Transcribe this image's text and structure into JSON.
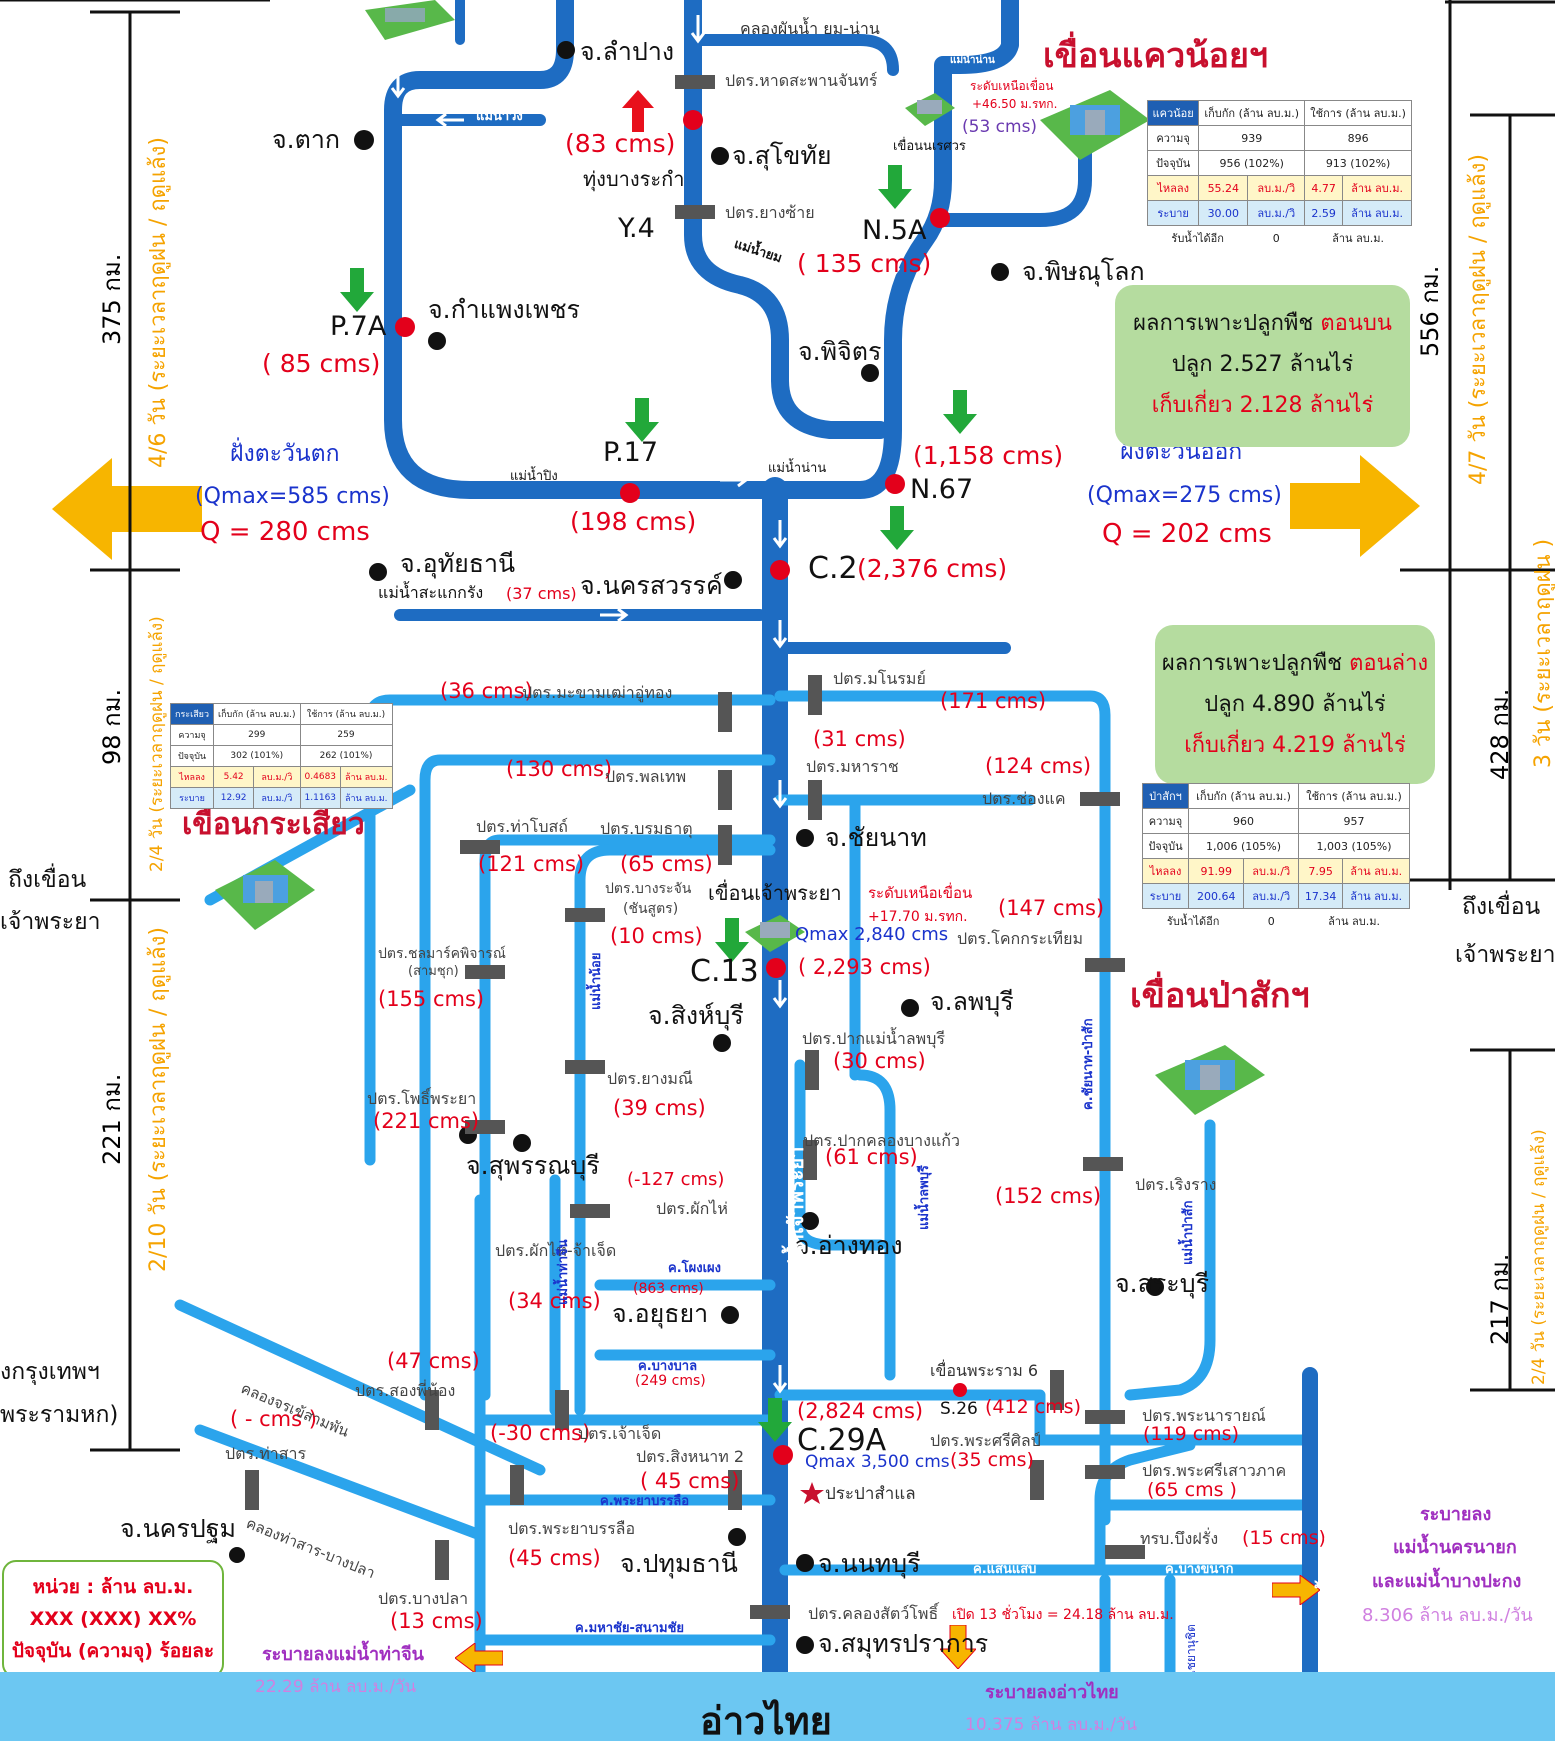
{
  "title": {
    "kwae_noi_dam": "เขื่อนแควน้อยฯ",
    "krasiao_dam": "เขื่อนกระเสียว",
    "pasak_dam": "เขื่อนป่าสักฯ",
    "chao_phraya_dam": "เขื่อนเจ้าพระยา",
    "gulf": "อ่าวไทย"
  },
  "provinces": {
    "lampang": "จ.ลำปาง",
    "tak": "จ.ตาก",
    "sukhothai": "จ.สุโขทัย",
    "phitsanulok": "จ.พิษณุโลก",
    "kamphaeng_phet": "จ.กำแพงเพชร",
    "phichit": "จ.พิจิตร",
    "uthai_thani": "จ.อุทัยธานี",
    "nakhon_sawan": "จ.นครสวรรค์",
    "chai_nat": "จ.ชัยนาท",
    "sing_buri": "จ.สิงห์บุรี",
    "lopburi": "จ.ลพบุรี",
    "suphan_buri": "จ.สุพรรณบุรี",
    "ang_thong": "จ.อ่างทอง",
    "saraburi": "จ.สระบุรี",
    "ayutthaya": "จ.อยุธยา",
    "nakhon_pathom": "จ.นครปฐม",
    "pathum_thani": "จ.ปทุมธานี",
    "nonthaburi": "จ.นนทบุรี",
    "samut_prakan": "จ.สมุทรปราการ"
  },
  "stations": {
    "y4": "Y.4",
    "n5a": "N.5A",
    "p7a": "P.7A",
    "p17": "P.17",
    "n67": "N.67",
    "c2": "C.2",
    "c13": "C.13",
    "c29a": "C.29A",
    "s26": "S.26"
  },
  "flows": {
    "y4": "(83 cms)",
    "n5a": "( 135 cms)",
    "p7a": "( 85 cms)",
    "p17": "(198 cms)",
    "n67": "(1,158 cms)",
    "c2": "(2,376 cms)",
    "kwae_noi_out": "(53 cms)",
    "sakae_krang": "(37 cms)",
    "makham_thao": "(36 cms)",
    "manorom": "(171 cms)",
    "maharat": "(31 cms)",
    "phonlathep": "(130 cms)",
    "chong_khae": "(124 cms)",
    "tha_bot": "(121 cms)",
    "borommathat": "(65 cms)",
    "bang_rachan": "(10 cms)",
    "khok_kathiam": "(147 cms)",
    "c13": "( 2,293 cms)",
    "chonlamak": "(155 cms)",
    "pak_lopburi": "(30 cms)",
    "yang_mani": "(39 cms)",
    "pho_phraya": "(221 cms)",
    "pak_bang_kaeo": "(61 cms)",
    "phak_hai": "(-127 cms)",
    "roeng_rang": "(152 cms)",
    "phak_hai_jajed": "(34 cms)",
    "phong_peng": "(863 cms)",
    "song_phi_nong": "(47 cms)",
    "bang_ban": "(249 cms)",
    "c29a": "(2,824 cms)",
    "s26": "(412 cms)",
    "jorakhe": "(  - cms )",
    "chao_jed": "(-30 cms)",
    "phra_narai": "(119 cms)",
    "sri_sin": "(35 cms)",
    "singhanat": "( 45 cms)",
    "sri_sao": "(65 cms )",
    "phraya_banlue": "(45 cms)",
    "bueng_fang": "(15 cms)",
    "bang_pla": "(13 cms)"
  },
  "gates": {
    "had_saphan": "ปตร.หาดสะพานจันทร์",
    "yang_sai": "ปตร.ยางซ้าย",
    "makham_thao": "ปตร.มะขามเฒ่าอู่ทอง",
    "manorom": "ปตร.มโนรมย์",
    "maharat": "ปตร.มหาราช",
    "phonlathep": "ปตร.พลเทพ",
    "chong_khae": "ปตร.ช่องแค",
    "tha_bot": "ปตร.ท่าโบสถ์",
    "borommathat": "ปตร.บรมธาตุ",
    "bang_rachan": "ปตร.บางระจัน",
    "bang_rachan_sub": "(ชันสูตร)",
    "khok_kathiam": "ปตร.โคกกระเทียม",
    "chonlamak": "ปตร.ชลมาร์คพิจารณ์",
    "chonlamak_sub": "(สามชุก)",
    "pak_lopburi": "ปตร.ปากแม่น้ำลพบุรี",
    "yang_mani": "ปตร.ยางมณี",
    "pho_phraya": "ปตร.โพธิ์พระยา",
    "pak_bang_kaeo": "ปตร.ปากคลองบางแก้ว",
    "phak_hai": "ปตร.ผักไห่",
    "roeng_rang": "ปตร.เริงราง",
    "phak_hai_jajed": "ปตร.ผักไห่-จ้าเจ็ด",
    "song_phi_nong": "ปตร.สองพี่น้อง",
    "phra_narai": "ปตร.พระนารายณ์",
    "chao_jed": "ปตร.เจ้าเจ็ด",
    "sri_sin": "ปตร.พระศรีศิลป์",
    "tha_san": "ปตร.ท่าสาร",
    "singhanat": "ปตร.สิงหนาท 2",
    "sri_sao": "ปตร.พระศรีเสาวภาค",
    "phraya_banlue": "ปตร.พระยาบรรลือ",
    "bueng_fang": "ทรบ.บึงฝรั่ง",
    "bang_pla": "ปตร.บางปลา",
    "khlong_sat_pho": "ปตร.คลองสัตว์โพธิ์"
  },
  "rivers": {
    "yom_nan": "คลองผันน้ำ ยม-น่าน",
    "wang": "แม่น้ำวัง",
    "yom": "แม่น้ำยม",
    "nan_top": "แม่น้ำน่าน",
    "ping": "แม่น้ำปิง",
    "nan": "แม่น้ำน่าน",
    "sakae_krang": "แม่น้ำสะแกกรัง",
    "noi": "แม่น้ำน้อย",
    "chao_phraya": "แม่น้ำเจ้าพระยา",
    "lopburi": "แม่น้ำลพบุรี",
    "pasak": "แม่น้ำป่าสัก",
    "chainat_pasak": "ค.ชัยนาท-ป่าสัก",
    "tha_chin": "แม่น้ำท่าจีน",
    "bang_pakong": "แม่น้ำบางปะกง",
    "phong_peng": "ค.โผงเผง",
    "bang_ban": "ค.บางบาล",
    "jorakhe": "คลองจรเข้สามพัน",
    "tha_san": "คลองท่าสาร-บางปลา",
    "phraya_banlue": "ค.พระยาบรรลือ",
    "saen_saep": "ค.แสนแสบ",
    "bang_khanak": "ค.บางขนาก",
    "mahachai": "ค.มหาชัย-สนามชัย",
    "phra_ong_chai": "ค.พระองค์ไชยานุชิต",
    "thung_bang_rakam": "ทุ่งบางระกำ"
  },
  "dam_notes": {
    "naresuan": "เขื่อนนเรศวร",
    "kwae_noi_level": "ระดับเหนือเขื่อน",
    "kwae_noi_level_val": "+46.50 ม.รทก.",
    "cp_level": "ระดับเหนือเขื่อน",
    "cp_level_val": "+17.70 ม.รทก.",
    "cp_qmax": "Qmax 2,840 cms",
    "c29a_qmax": "Qmax 3,500 cms",
    "rama6": "เขื่อนพระราม 6",
    "pracha": "ประปาสำแล",
    "khlong_sat_pho_note": "เปิด 13 ชั่วโมง = 24.18 ล้าน ลบ.ม."
  },
  "sides": {
    "west_label": "ฝั่งตะวันตก",
    "west_qmax": "(Qmax=585 cms)",
    "west_q": "Q = 280 cms",
    "east_label": "ฝั่งตะวันออก",
    "east_qmax": "(Qmax=275 cms)",
    "east_q": "Q = 202 cms"
  },
  "crops": {
    "upper_title": "ผลการเพาะปลูกพืช ",
    "upper_hl": "ตอนบน",
    "upper_plant": "ปลูก 2.527 ล้านไร่",
    "upper_harvest": "เก็บเกี่ยว 2.128 ล้านไร่",
    "lower_title": "ผลการเพาะปลูกพืช ",
    "lower_hl": "ตอนล่าง",
    "lower_plant": "ปลูก 4.890 ล้านไร่",
    "lower_harvest": "เก็บเกี่ยว 4.219 ล้านไร่"
  },
  "dam_tables": {
    "kwae_noi": {
      "name": "แควน้อย",
      "h1": "เก็บกัก",
      "h1u": "(ล้าน ลบ.ม.)",
      "h2": "ใช้การ",
      "h2u": "(ล้าน ลบ.ม.)",
      "cap_label": "ความจุ",
      "cap1": "939",
      "cap2": "896",
      "cur_label": "ปัจจุบัน",
      "cur1": "956   (102%)",
      "cur2": "913   (102%)",
      "in_label": "ไหลลง",
      "in1": "55.24",
      "in_u1": "ลบ.ม./วิ",
      "in2": "4.77",
      "in_u2": "ล้าน ลบ.ม.",
      "out_label": "ระบาย",
      "out1": "30.00",
      "out_u1": "ลบ.ม./วิ",
      "out2": "2.59",
      "out_u2": "ล้าน ลบ.ม.",
      "foot_label": "รับน้ำได้อีก",
      "foot_val": "0",
      "foot_unit": "ล้าน ลบ.ม."
    },
    "krasiao": {
      "name": "กระเสียว",
      "h1": "เก็บกัก",
      "h1u": "(ล้าน ลบ.ม.)",
      "h2": "ใช้การ",
      "h2u": "(ล้าน ลบ.ม.)",
      "cap_label": "ความจุ",
      "cap1": "299",
      "cap2": "259",
      "cur_label": "ปัจจุบัน",
      "cur1": "302 (101%)",
      "cur2": "262 (101%)",
      "in_label": "ไหลลง",
      "in1": "5.42",
      "in_u1": "ลบ.ม./วิ",
      "in2": "0.4683",
      "in_u2": "ล้าน ลบ.ม.",
      "out_label": "ระบาย",
      "out1": "12.92",
      "out_u1": "ลบ.ม./วิ",
      "out2": "1.1163",
      "out_u2": "ล้าน ลบ.ม."
    },
    "pasak": {
      "name": "ป่าสักฯ",
      "h1": "เก็บกัก",
      "h1u": "(ล้าน ลบ.ม.)",
      "h2": "ใช้การ",
      "h2u": "(ล้าน ลบ.ม.)",
      "cap_label": "ความจุ",
      "cap1": "960",
      "cap2": "957",
      "cur_label": "ปัจจุบัน",
      "cur1": "1,006  (105%)",
      "cur2": "1,003  (105%)",
      "in_label": "ไหลลง",
      "in1": "91.99",
      "in_u1": "ลบ.ม./วิ",
      "in2": "7.95",
      "in_u2": "ล้าน ลบ.ม.",
      "out_label": "ระบาย",
      "out1": "200.64",
      "out_u1": "ลบ.ม./วิ",
      "out2": "17.34",
      "out_u2": "ล้าน ลบ.ม.",
      "foot_label": "รับน้ำได้อีก",
      "foot_val": "0",
      "foot_unit": "ล้าน ลบ.ม."
    }
  },
  "timeline": {
    "left_375": "375 กม.",
    "left_375_days": "4/6 วัน (ระยะเวลาฤดูฝน / ฤดูแล้ง)",
    "left_98": "98 กม.",
    "left_98_days": "2/4 วัน (ระยะเวลาฤดูฝน / ฤดูแล้ง)",
    "left_221": "221 กม.",
    "left_221_days": "2/10 วัน (ระยะเวลาฤดูฝน / ฤดูแล้ง)",
    "left_dam1": "ถึงเขื่อน",
    "left_dam2": "เจ้าพระยา",
    "left_bkk1": "งกรุงเทพฯ",
    "left_bkk2": "พระรามหก)",
    "right_556": "556 กม.",
    "right_556_days": "4/7 วัน (ระยะเวลาฤดูฝน / ฤดูแล้ง)",
    "right_428": "428 กม.",
    "right_428_days": "3 วัน  (ระยะเวลาฤดูฝน )",
    "right_217": "217 กม.",
    "right_217_days": "2/4 วัน (ระยะเวลาฤดูฝน / ฤดูแล้ง)",
    "right_dam1": "ถึงเขื่อน",
    "right_dam2": "เจ้าพระยา"
  },
  "legend": {
    "line1": "หน่วย : ล้าน ลบ.ม.",
    "line2": "XXX (XXX) XX%",
    "line3": "ปัจจุบัน (ความจุ) ร้อยละ"
  },
  "outflows": {
    "tha_chin_label": "ระบายลงแม่น้ำท่าจีน",
    "tha_chin_val": "22.29 ล้าน ลบ.ม./วัน",
    "gulf_label": "ระบายลงอ่าวไทย",
    "gulf_val": "10.375 ล้าน ลบ.ม./วัน",
    "east_l1": "ระบายลง",
    "east_l2": "แม่น้ำนครนายก",
    "east_l3": "และแม่น้ำบางปะกง",
    "east_val": "8.306 ล้าน ลบ.ม./วัน"
  },
  "colors": {
    "river_main": "#1e6cc2",
    "river_light": "#2ba4ec",
    "flow": "#e3001b",
    "arrow_up": "#e8101c",
    "arrow_down": "#22a83a",
    "big_arrow": "#f7b500",
    "sea": "#6cc7f2"
  }
}
